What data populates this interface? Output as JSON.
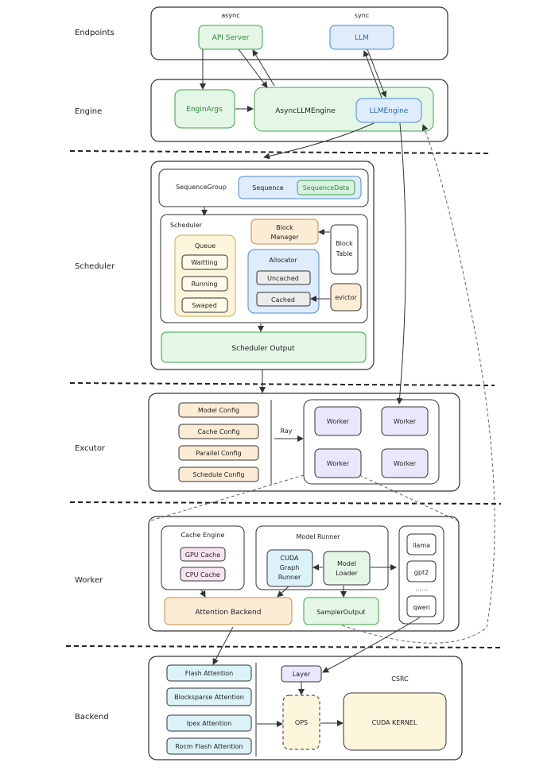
{
  "layers": {
    "endpoints": "Endpoints",
    "engine": "Engine",
    "scheduler": "Scheduler",
    "executor": "Excutor",
    "worker": "Worker",
    "backend": "Backend"
  },
  "endpoints": {
    "async": "async",
    "sync": "sync",
    "api_server": "API Server",
    "llm": "LLM"
  },
  "engine": {
    "engine_args": "EnginArgs",
    "async_llm_engine": "AsyncLLMEngine",
    "llm_engine": "LLMEngine"
  },
  "scheduler": {
    "sequence_group": "SequenceGroup",
    "sequence": "Sequence",
    "sequence_data": "SequenceData",
    "title": "Scheduler",
    "queue": "Queue",
    "queue_items": [
      "Waitting",
      "Running",
      "Swaped"
    ],
    "block_manager_1": "Block",
    "block_manager_2": "Manager",
    "allocator": "Allocator",
    "uncached": "Uncached",
    "cached": "Cached",
    "block_table_1": "Block",
    "block_table_2": "Table",
    "evictor": "evictor",
    "output": "Scheduler Output"
  },
  "executor": {
    "configs": [
      "Model Config",
      "Cache Config",
      "Parallel Config",
      "Schedule Config"
    ],
    "ray": "Ray",
    "workers": [
      "Worker",
      "Worker",
      "Worker",
      "Worker"
    ]
  },
  "worker": {
    "cache_engine": "Cache Engine",
    "gpu_cache": "GPU Cache",
    "cpu_cache": "CPU Cache",
    "model_runner": "Model Runner",
    "cuda_graph_1": "CUDA",
    "cuda_graph_2": "Graph",
    "cuda_graph_3": "Runner",
    "model_loader_1": "Model",
    "model_loader_2": "Loader",
    "models": [
      "llama",
      "gpt2",
      "......",
      "qwen"
    ],
    "attention_backend": "Attention Backend",
    "sampler_output": "SamplerOutput"
  },
  "backend": {
    "attentions": [
      "Flash Attention",
      "Blocksparse Attention",
      "Ipex Attention",
      "Rocm Flash Attention"
    ],
    "layer": "Layer",
    "csrc": "CSRC",
    "ops": "OPS",
    "cuda_kernel": "CUDA KERNEL"
  },
  "colors": {
    "green_fill": "#e4f6e6",
    "green_stroke": "#3fa04a",
    "blue_fill": "#deecfb",
    "blue_stroke": "#4a8ad0",
    "orange_fill": "#fcecd6",
    "orange_stroke": "#c88a3a",
    "yellow_fill": "#fdf6dc",
    "yellow_stroke": "#c8a84a",
    "purple_fill": "#ebe6fb",
    "purple_stroke": "#8878c8",
    "cyan_fill": "#daf2f8",
    "cyan_stroke": "#4aa0c0",
    "pink_fill": "#f8e4f0",
    "pink_stroke": "#c070a0",
    "gray_fill": "#ececec"
  }
}
